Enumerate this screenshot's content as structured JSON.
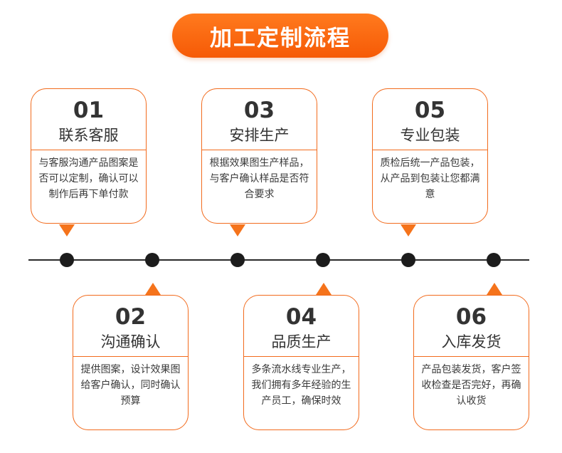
{
  "title": "加工定制流程",
  "steps": [
    {
      "num": "01",
      "name": "联系客服",
      "desc": "与客服沟通产品图案是否可以定制，确认可以制作后再下单付款"
    },
    {
      "num": "02",
      "name": "沟通确认",
      "desc": "提供图案，设计效果图给客户确认，同时确认预算"
    },
    {
      "num": "03",
      "name": "安排生产",
      "desc": "根据效果图生产样品，与客户确认样品是否符合要求"
    },
    {
      "num": "04",
      "name": "品质生产",
      "desc": "多条流水线专业生产，我们拥有多年经验的生产员工，确保时效"
    },
    {
      "num": "05",
      "name": "专业包装",
      "desc": "质检后统一产品包装，从产品到包装让您都满意"
    },
    {
      "num": "06",
      "name": "入库发货",
      "desc": "产品包装发货，客户签收检查是否完好，再确认收货"
    }
  ],
  "colors": {
    "accent": "#f26b1d",
    "title_bg": "#f65a06",
    "dot": "#1c1c1c"
  }
}
